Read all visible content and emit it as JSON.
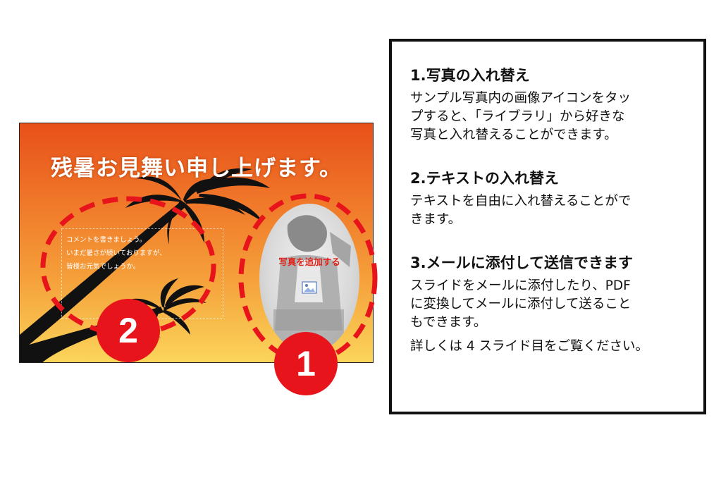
{
  "card": {
    "title": "残暑お見舞い申し上げます。",
    "comment_lines": [
      "コメントを書きましょう。",
      "いまだ暑さが続いておりますが、",
      "皆様お元気でしょうか。"
    ],
    "photo_label": "写真を追加する",
    "icon": "image-placeholder-icon",
    "gradient_colors": [
      "#e8501a",
      "#f5a03a",
      "#fbd55a"
    ]
  },
  "badges": {
    "one": "1",
    "two": "2",
    "color": "#e8141c"
  },
  "panel": {
    "sections": [
      {
        "heading": "1.写真の入れ替え",
        "lines": [
          "サンプル写真内の画像アイコンをタッ",
          "プすると、「ライブラリ」から好きな",
          "写真と入れ替えることができます。"
        ]
      },
      {
        "heading": "2.テキストの入れ替え",
        "lines": [
          "テキストを自由に入れ替えることがで",
          "きます。"
        ]
      },
      {
        "heading": "3.メールに添付して送信できます",
        "lines": [
          "スライドをメールに添付したり、PDF",
          "に変換してメールに添付して送ること",
          "もできます。"
        ],
        "extra": "詳しくは 4 スライド目をご覧ください。"
      }
    ]
  }
}
